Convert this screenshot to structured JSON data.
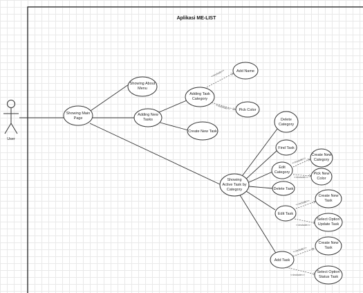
{
  "system": {
    "title": "Aplikasi ME-LIST"
  },
  "actor": {
    "label": "User"
  },
  "include_label": "<<include>>",
  "use_cases": {
    "main": [
      "Showing Main",
      "Page"
    ],
    "about": [
      "Showing About",
      "Menu"
    ],
    "adding_new": [
      "Adding New",
      "Tasks"
    ],
    "adding_cat": [
      "Adding Task",
      "Category"
    ],
    "add_name": [
      "Add Name"
    ],
    "pick_color": [
      "Pick Color"
    ],
    "create_new_task_1": [
      "Create New Task"
    ],
    "showing_active": [
      "Showing",
      "Active Task by",
      "Category"
    ],
    "delete_category": [
      "Delete",
      "Category"
    ],
    "find_task": [
      "Find Task"
    ],
    "edit_category": [
      "Edit",
      "Category"
    ],
    "create_new_category": [
      "Create New",
      "Category"
    ],
    "pick_new_color": [
      "Pick New",
      "Color"
    ],
    "delete_task": [
      "Delete Task"
    ],
    "edit_task": [
      "Edit Task"
    ],
    "create_new_task_2": [
      "Create New",
      "Task"
    ],
    "select_update": [
      "Select Option",
      "Update Task"
    ],
    "add_task": [
      "Add Task"
    ],
    "create_new_task_3": [
      "Create New",
      "Task"
    ],
    "select_status": [
      "Select Option",
      "Status Task"
    ]
  }
}
